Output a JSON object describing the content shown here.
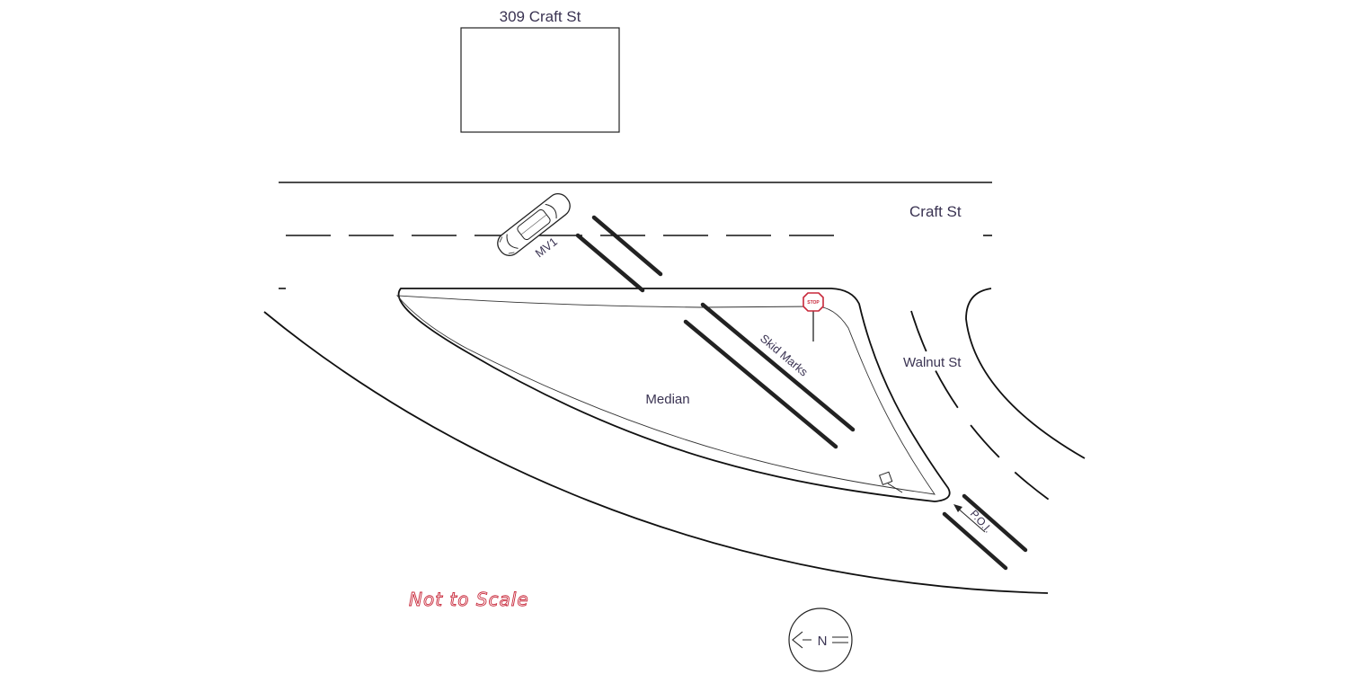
{
  "building": {
    "label": "309 Craft St"
  },
  "streets": {
    "craft": "Craft St",
    "walnut": "Walnut St"
  },
  "areas": {
    "median": "Median"
  },
  "vehicle": {
    "label": "MV1"
  },
  "markings": {
    "skid_marks": "Skid Marks",
    "poi": "P.O.I."
  },
  "signs": {
    "stop": "STOP"
  },
  "compass": {
    "letter": "N"
  },
  "note": "Not to Scale"
}
